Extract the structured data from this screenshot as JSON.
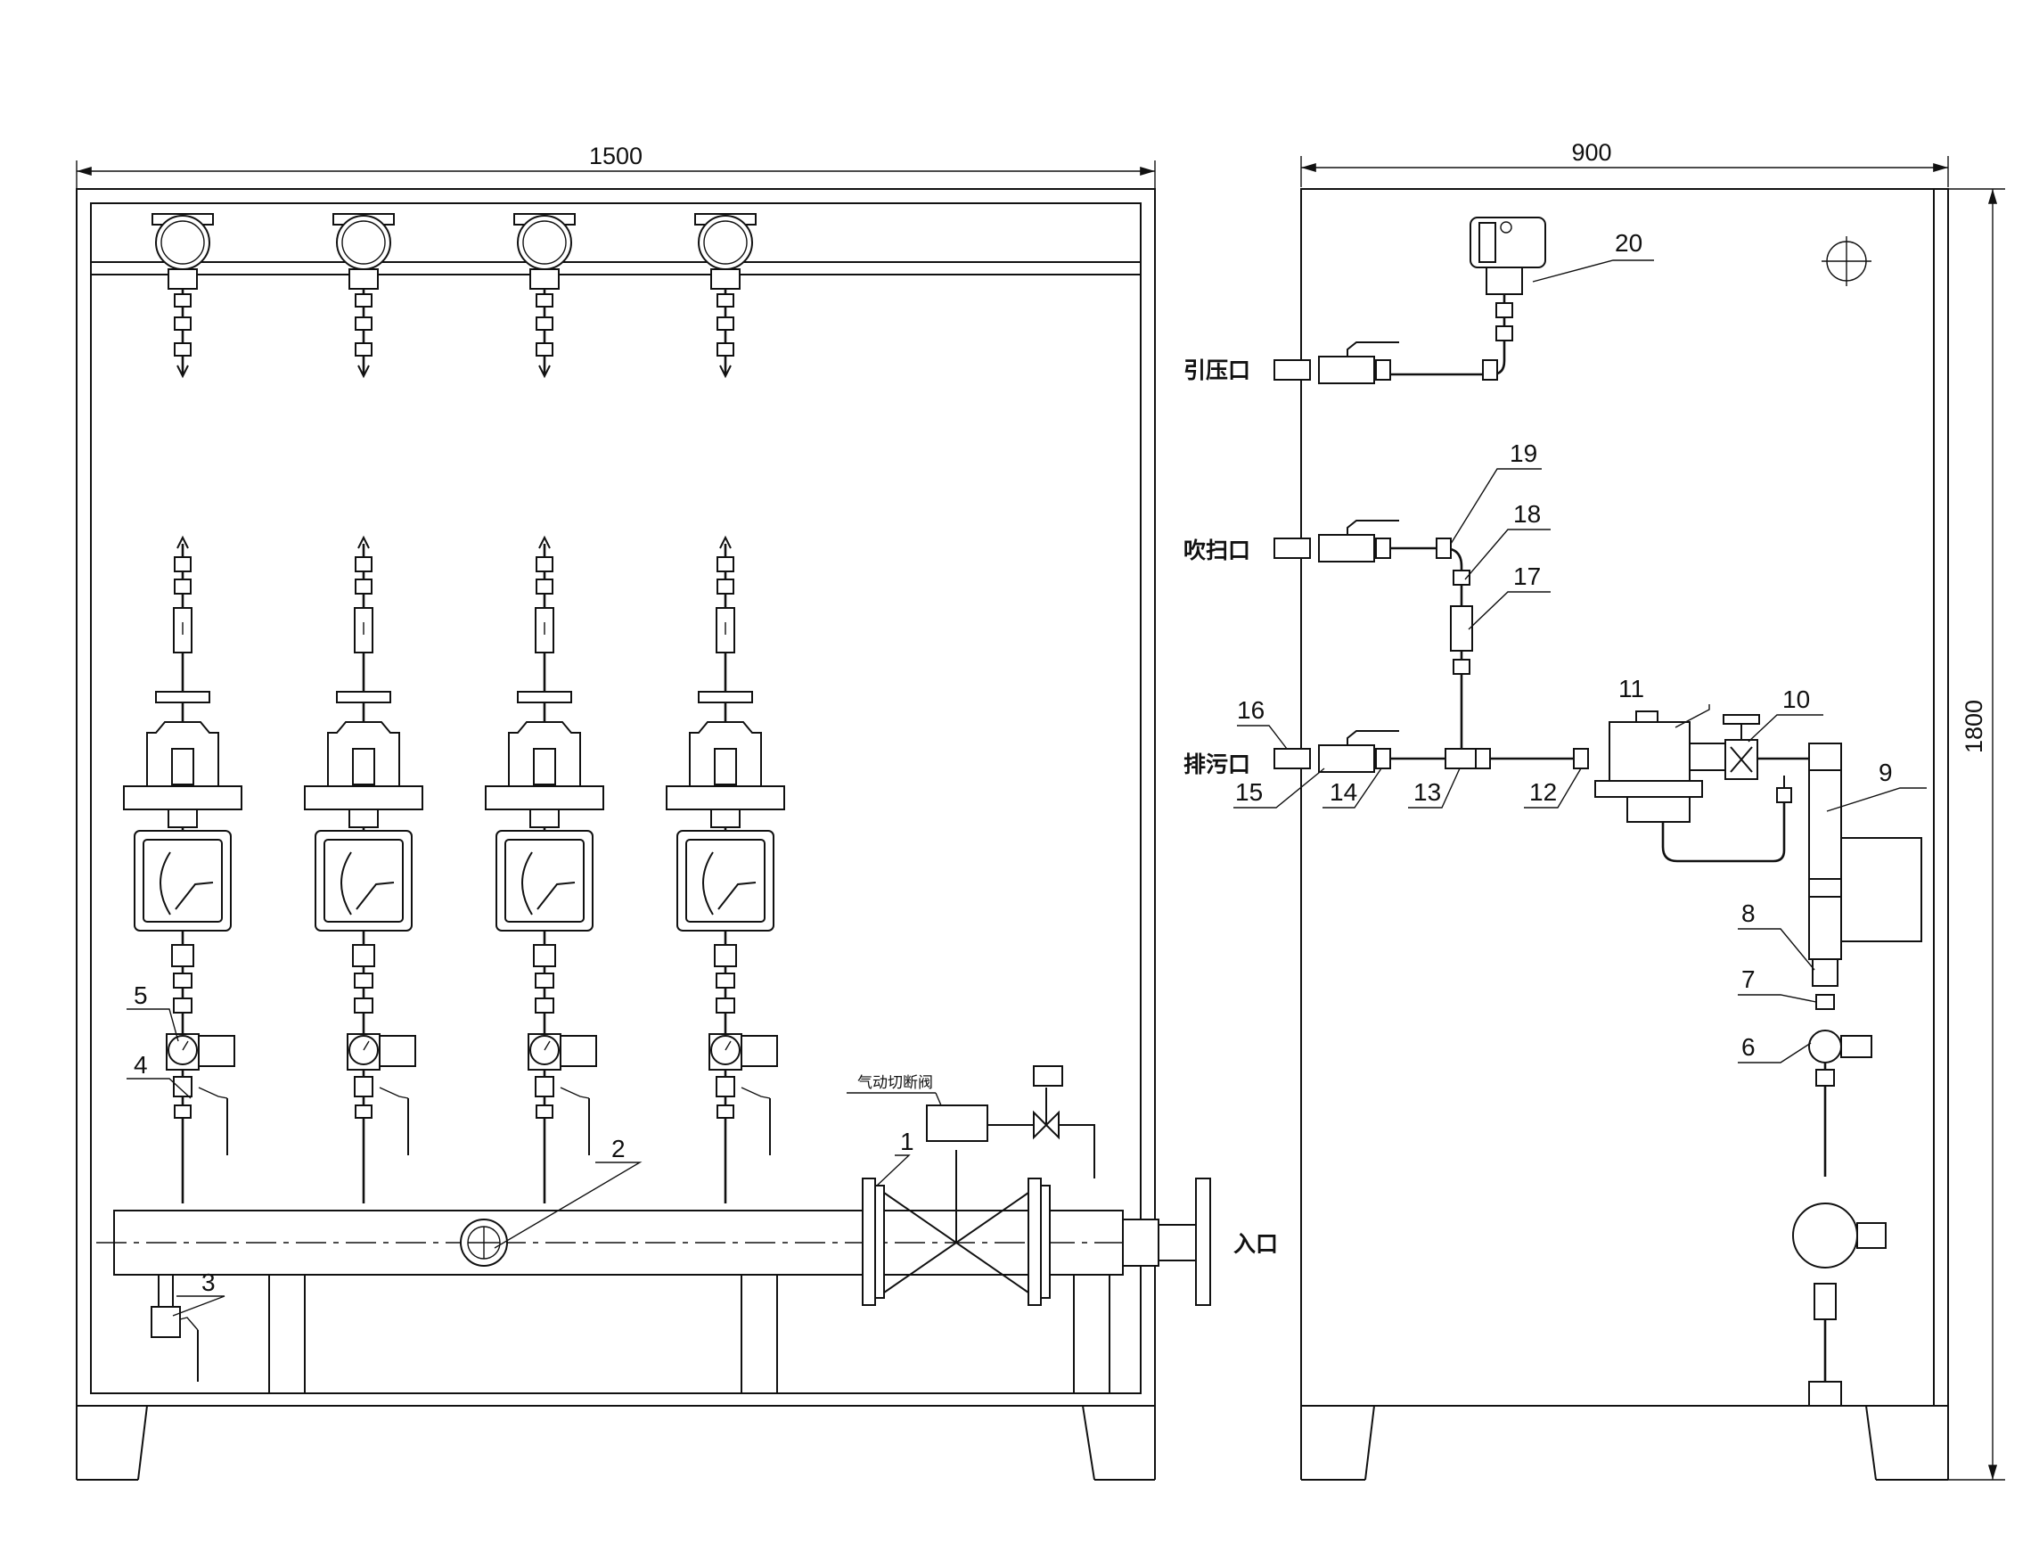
{
  "dimensions": {
    "width": "1500",
    "depth": "900",
    "height": "1800"
  },
  "labels": {
    "port_pressure": "引压口",
    "port_purge": "吹扫口",
    "port_drain": "排污口",
    "port_inlet": "入口",
    "valve_pneumatic": "气动切断阀"
  },
  "part_numbers": [
    "1",
    "2",
    "3",
    "4",
    "5",
    "6",
    "7",
    "8",
    "9",
    "10",
    "11",
    "12",
    "13",
    "14",
    "15",
    "16",
    "17",
    "18",
    "19",
    "20"
  ]
}
